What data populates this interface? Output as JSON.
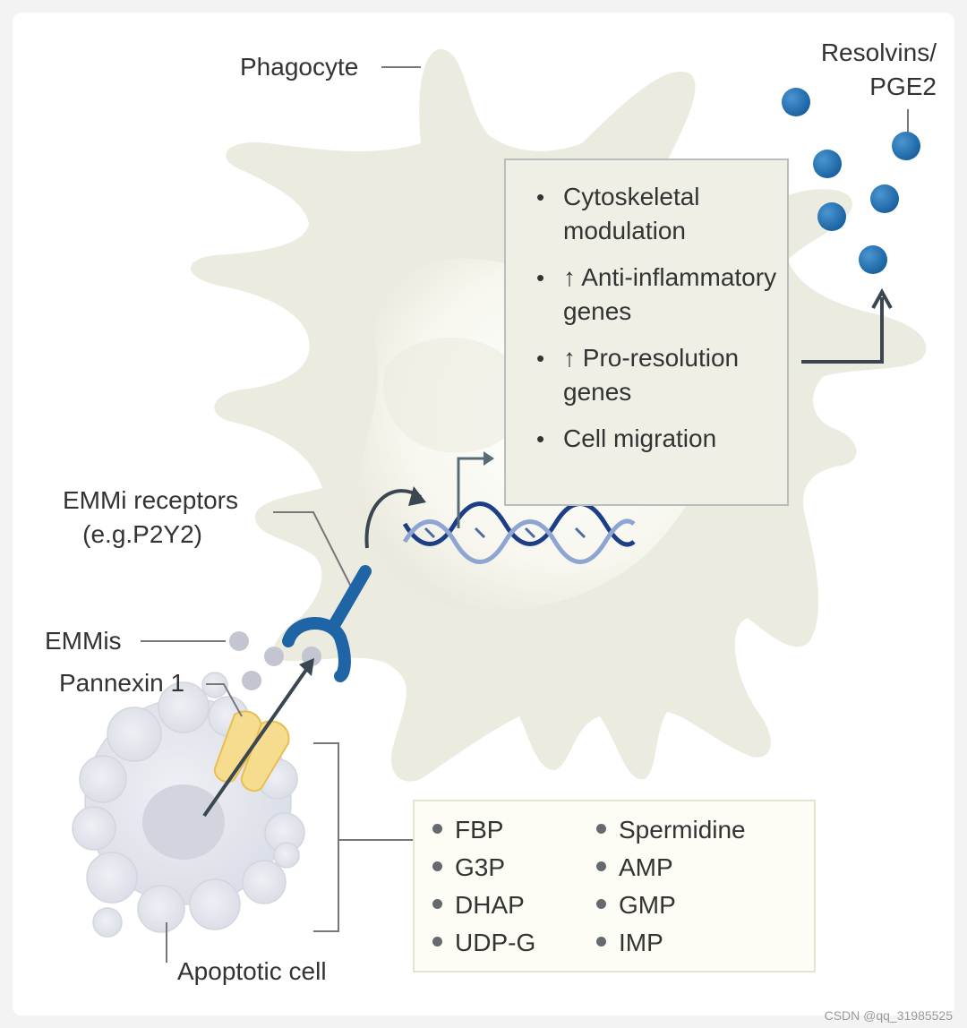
{
  "labels": {
    "phagocyte": "Phagocyte",
    "resolvins_line1": "Resolvins/",
    "resolvins_line2": "PGE2",
    "receptors_line1": "EMMi receptors",
    "receptors_line2": "(e.g.P2Y2)",
    "emmis": "EMMis",
    "pannexin": "Pannexin 1",
    "apoptotic": "Apoptotic cell"
  },
  "effects": [
    {
      "bullet": "•",
      "text": "Cytoskeletal modulation"
    },
    {
      "bullet": "•",
      "text": "↑ Anti-inflammatory genes"
    },
    {
      "bullet": "•",
      "text": "↑ Pro-resolution genes"
    },
    {
      "bullet": "•",
      "text": "Cell migration"
    }
  ],
  "emmi_list": {
    "left": [
      "FBP",
      "G3P",
      "DHAP",
      "UDP-G"
    ],
    "right": [
      "Spermidine",
      "AMP",
      "GMP",
      "IMP"
    ]
  },
  "watermark": "CSDN @qq_31985525",
  "colors": {
    "phagocyte_fill": "#ecebdf",
    "nucleus_fill": "#f9f9f4",
    "receptor": "#1f64a5",
    "resolvin": "#2273b5",
    "emmi_dot": "#c3c6d1",
    "pannexin": "#f6dc8f",
    "apoptotic_fill": "#e5e7ed",
    "dna_dark": "#1d3e87",
    "dna_light": "#8ea5d3"
  }
}
